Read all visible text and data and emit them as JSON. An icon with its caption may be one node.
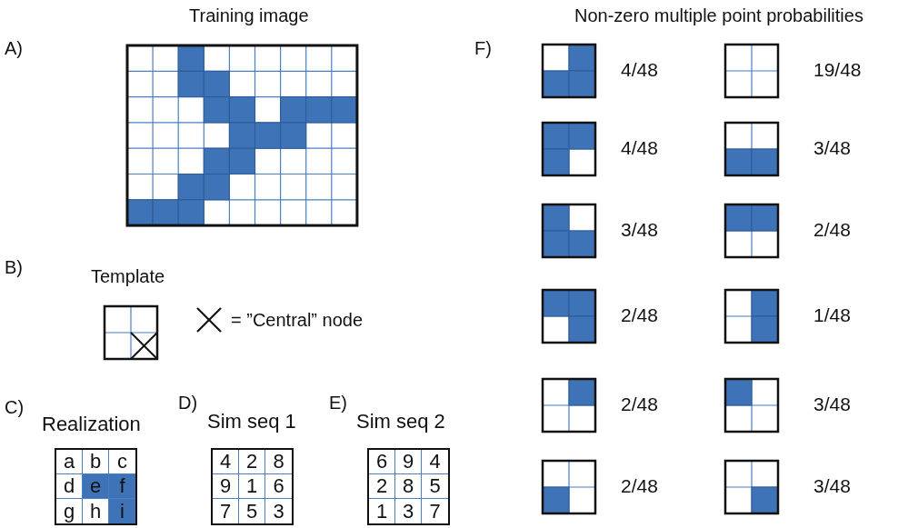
{
  "diagram": {
    "labels": [
      "Training image",
      "Non-zero multiple point probabilities",
      "A)",
      "F)",
      "4/48",
      "19/48",
      "4/48",
      "3/48",
      "3/48",
      "2/48",
      "2/48",
      "1/48",
      "2/48",
      "3/48",
      "2/48",
      "3/48",
      "B)",
      "Template",
      "= ”Central” node",
      "C)",
      "D)",
      "E)",
      "Realization",
      "Sim seq 1",
      "Sim seq 2",
      "a",
      "b",
      "c",
      "d",
      "e",
      "f",
      "g",
      "h",
      "i",
      "4",
      "2",
      "8",
      "9",
      "1",
      "6",
      "7",
      "5",
      "3",
      "6",
      "9",
      "4",
      "2",
      "8",
      "5",
      "1",
      "3",
      "7"
    ]
  }
}
